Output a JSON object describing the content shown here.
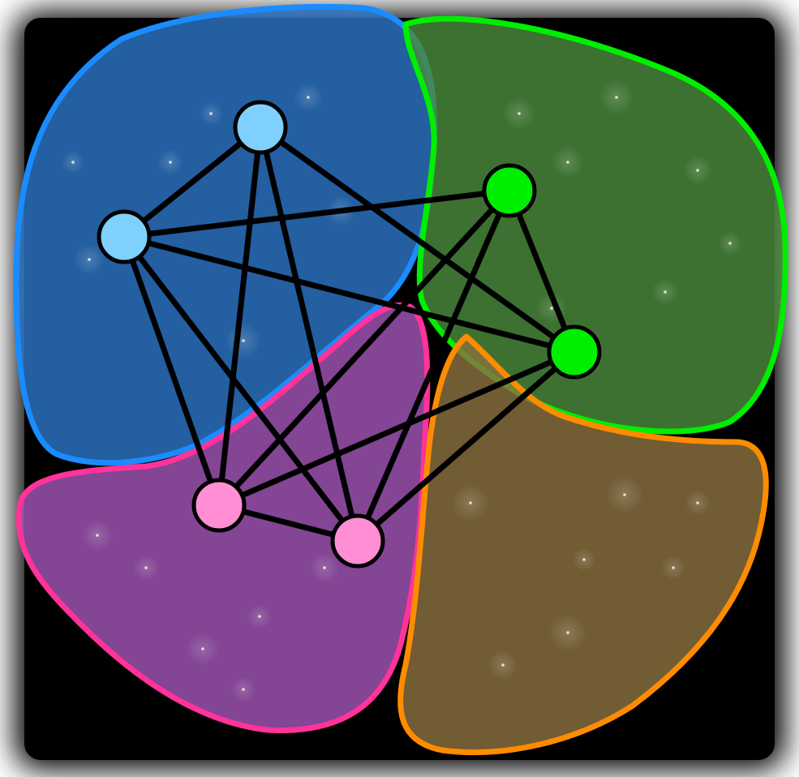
{
  "diagram": {
    "kind": "network-community-graph",
    "background_color": "#000000",
    "regions": [
      {
        "id": "blue",
        "stroke": "#1a8cff",
        "fill": "#2b74c4"
      },
      {
        "id": "green",
        "stroke": "#00ee00",
        "fill": "#4a8a3c"
      },
      {
        "id": "pink",
        "stroke": "#ff3399",
        "fill": "#a054b4"
      },
      {
        "id": "orange",
        "stroke": "#ff8c00",
        "fill": "#8a7040"
      }
    ],
    "nodes": [
      {
        "id": "b1",
        "group": "blue",
        "color": "#7fd0ff"
      },
      {
        "id": "b2",
        "group": "blue",
        "color": "#7fd0ff"
      },
      {
        "id": "g1",
        "group": "green",
        "color": "#00ee00"
      },
      {
        "id": "g2",
        "group": "green",
        "color": "#00ee00"
      },
      {
        "id": "p1",
        "group": "pink",
        "color": "#ff8ed4"
      },
      {
        "id": "p2",
        "group": "pink",
        "color": "#ff8ed4"
      }
    ],
    "edges": [
      [
        "b1",
        "b2"
      ],
      [
        "b1",
        "g2"
      ],
      [
        "b1",
        "p1"
      ],
      [
        "b1",
        "p2"
      ],
      [
        "b2",
        "g1"
      ],
      [
        "b2",
        "g2"
      ],
      [
        "b2",
        "p1"
      ],
      [
        "b2",
        "p2"
      ],
      [
        "g1",
        "g2"
      ],
      [
        "g1",
        "p1"
      ],
      [
        "g1",
        "p2"
      ],
      [
        "g2",
        "p1"
      ],
      [
        "g2",
        "p2"
      ],
      [
        "p1",
        "p2"
      ]
    ],
    "edge_color": "#000000",
    "node_outline_color": "#000000"
  }
}
